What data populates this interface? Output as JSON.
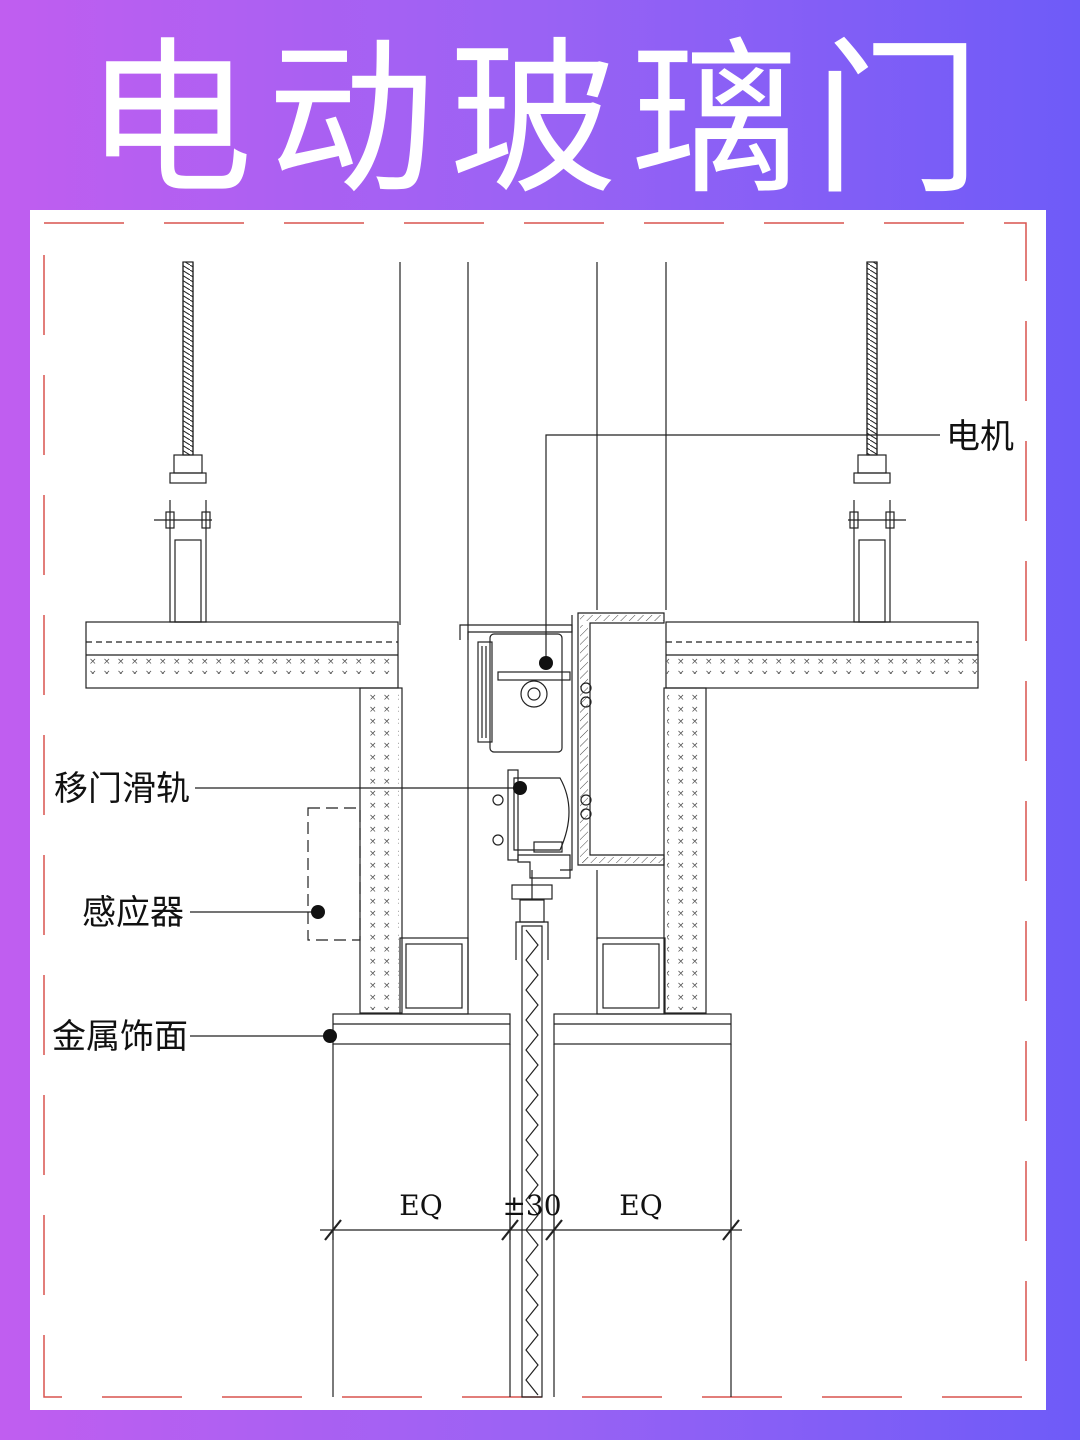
{
  "title": "电动玻璃门",
  "labels": {
    "motor": "电机",
    "track": "移门滑轨",
    "sensor": "感应器",
    "finish": "金属饰面"
  },
  "dimensions": {
    "left": "EQ",
    "middle": "±30",
    "right": "EQ"
  },
  "colors": {
    "border_dash": "#d9534f",
    "line": "#222222",
    "background_left": "#c05ef0",
    "background_right": "#6e5bf8"
  }
}
